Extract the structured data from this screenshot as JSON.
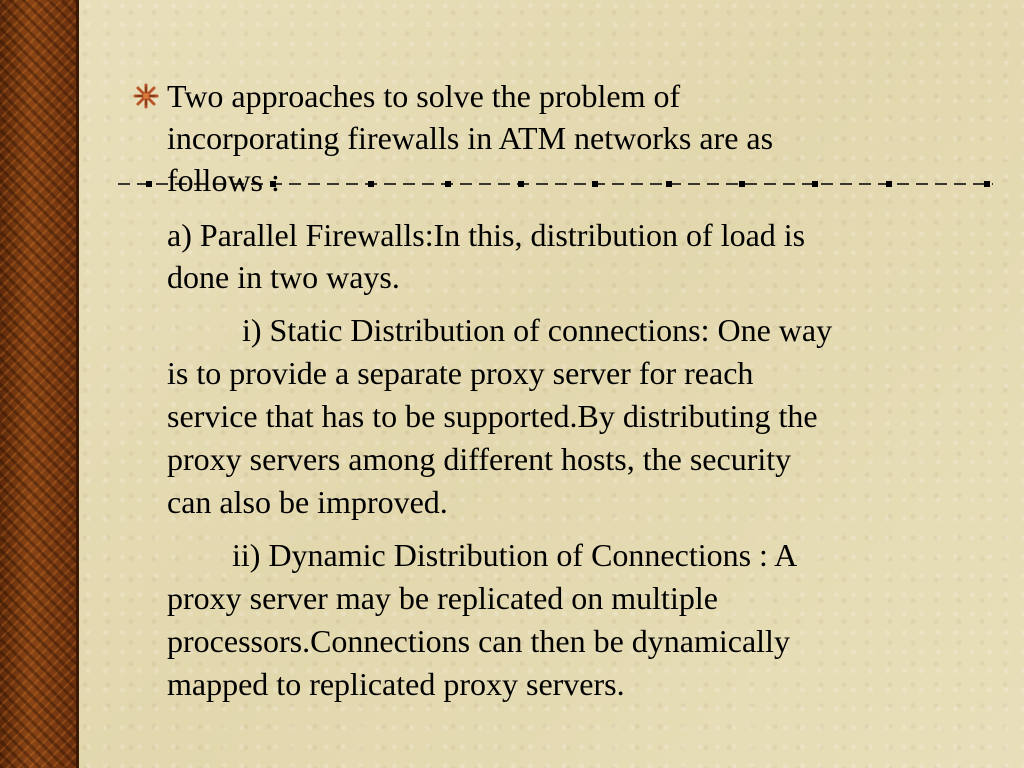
{
  "slide": {
    "intro": {
      "lines": [
        "Two approaches to solve the problem of",
        "incorporating firewalls in ATM networks are as",
        "follows :"
      ]
    },
    "parallel": {
      "lines": [
        "a) Parallel Firewalls:In this,  distribution of load is",
        "done in two ways."
      ]
    },
    "static": {
      "lines": [
        "i) Static Distribution of connections: One way",
        "is to provide a separate proxy server for reach",
        "service that has to be supported.By distributing the",
        "proxy servers among different hosts, the security",
        "can also be improved."
      ]
    },
    "dynamic": {
      "lines": [
        "ii) Dynamic Distribution of Connections : A",
        "proxy server may be replicated on multiple",
        "processors.Connections can then be dynamically",
        "mapped to replicated proxy servers."
      ]
    }
  },
  "colors": {
    "background": "#e6dcb4",
    "border_strip": "#7a3b12",
    "bullet": "#b8562a",
    "text": "#000000"
  },
  "icons": {
    "bullet": "star-burst-icon"
  }
}
